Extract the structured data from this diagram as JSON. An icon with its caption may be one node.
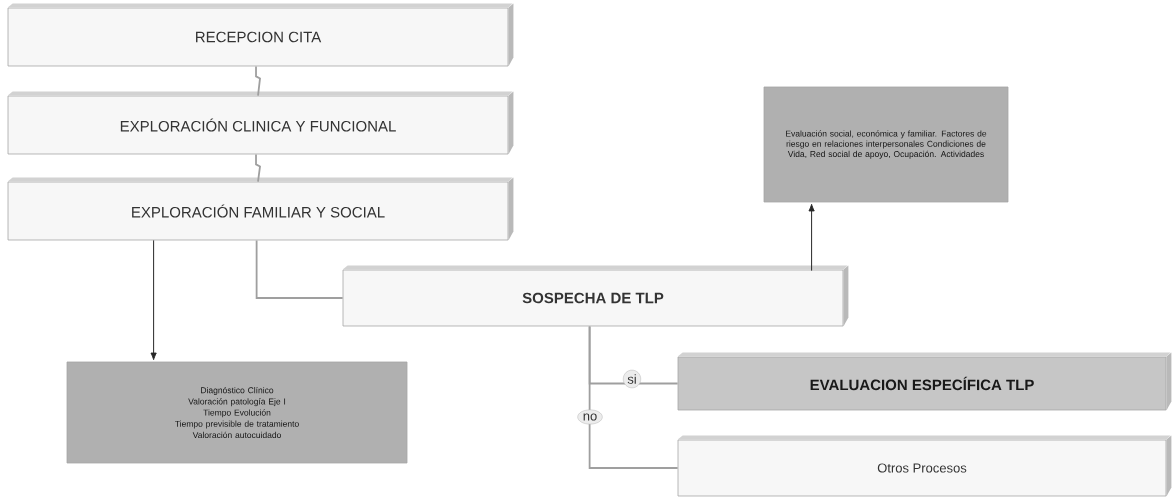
{
  "diagram": {
    "nodes": [
      {
        "text": [
          "RECEPCION CITA"
        ]
      },
      {
        "text": [
          "EXPLORACIÓN CLINICA Y FUNCIONAL"
        ]
      },
      {
        "text": [
          "EXPLORACIÓN FAMILIAR Y SOCIAL"
        ]
      },
      {
        "text": [
          "SOSPECHA DE TLP"
        ]
      },
      {
        "text": [
          "Evaluación social, económica y familiar. Factores de riesgo en relaciones interpersonales Condiciones de Vida, Red social de apoyo, Ocupación. Actividades"
        ]
      },
      {
        "text": [
          "Diagnóstico Clínico",
          "Valoración patología Eje I",
          "Tiempo Evolución",
          "Tiempo previsible de tratamiento",
          "Valoración autocuidado"
        ]
      },
      {
        "text": [
          "EVALUACION ESPECÍFICA TLP"
        ]
      },
      {
        "text": [
          "Otros Procesos"
        ]
      }
    ],
    "edges": [
      {
        "from": 0,
        "to": 1,
        "arrow": "none"
      },
      {
        "from": 1,
        "to": 2,
        "arrow": "none"
      },
      {
        "from": 2,
        "to": 5,
        "arrow": "to",
        "color": "#262626"
      },
      {
        "from": 2,
        "to": 3,
        "arrow": "none"
      },
      {
        "from": 3,
        "to": 4,
        "arrow": "to",
        "color": "#262626"
      },
      {
        "from": 3,
        "to": 6,
        "label": "si",
        "arrow": "none"
      },
      {
        "from": 3,
        "to": 7,
        "label": "no",
        "arrow": "none"
      }
    ]
  }
}
